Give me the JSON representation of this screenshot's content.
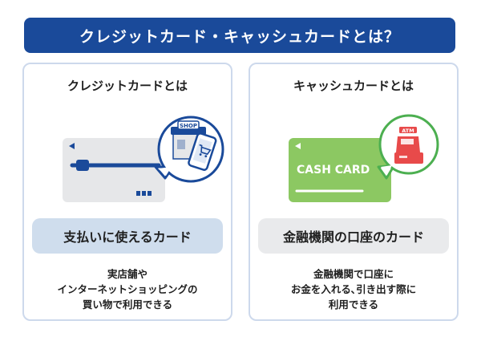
{
  "banner": {
    "title": "クレジットカード・キャッシュカードとは？"
  },
  "credit": {
    "title": "クレジットカードとは",
    "summary": "支払いに使えるカード",
    "desc_lines": [
      "実店舗や",
      "インターネットショッピングの",
      "買い物で利用できる"
    ],
    "shop_sign": "SHOP"
  },
  "cash": {
    "title": "キャッシュカードとは",
    "summary": "金融機関の口座のカード",
    "desc_lines": [
      "金融機関で口座に",
      "お金を入れる､引き出す際に",
      "利用できる"
    ],
    "card_text": "CASH CARD",
    "atm_label": "ATM"
  },
  "colors": {
    "banner": "#1a4a9a",
    "credit_card": "#e6e7e9",
    "credit_stripe": "#1a4a9a",
    "cash_card": "#8cc862",
    "atm_bubble_border": "#4caf50",
    "atm_machine": "#e84a4a"
  }
}
